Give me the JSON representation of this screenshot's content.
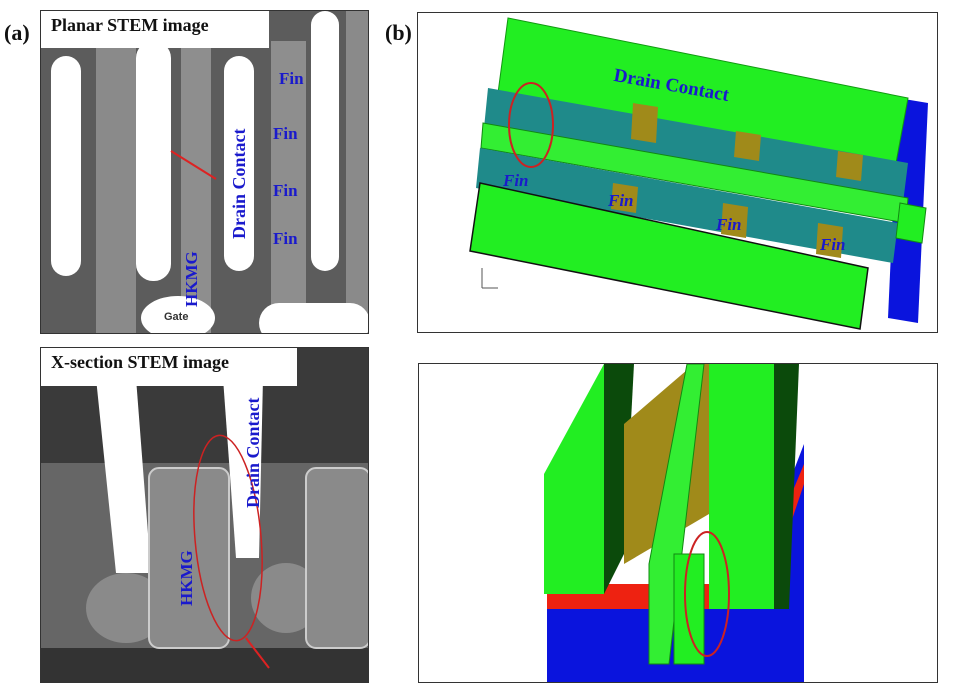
{
  "panels": {
    "a": {
      "label": "(a)",
      "planar": {
        "title": "Planar STEM image",
        "labels": {
          "fin1": "Fin",
          "fin2": "Fin",
          "fin3": "Fin",
          "fin4": "Fin",
          "drain": "Drain Contact",
          "hkmg": "HKMG",
          "gate": "Gate"
        }
      },
      "xsection": {
        "title": "X-section STEM image",
        "labels": {
          "drain": "Drain Contact",
          "hkmg": "HKMG"
        }
      }
    },
    "b": {
      "label": "(b)",
      "top_view": {
        "labels": {
          "drain": "Drain Contact",
          "fin1": "Fin",
          "fin2": "Fin",
          "fin3": "Fin",
          "fin4": "Fin"
        }
      }
    }
  },
  "colors": {
    "green": "#22ee22",
    "teal": "#1f8a8a",
    "gold": "#a08a1a",
    "blue": "#0a14dd",
    "red": "#ee2211",
    "ellipse": "#cc2222",
    "annot": "#1a1acc"
  }
}
